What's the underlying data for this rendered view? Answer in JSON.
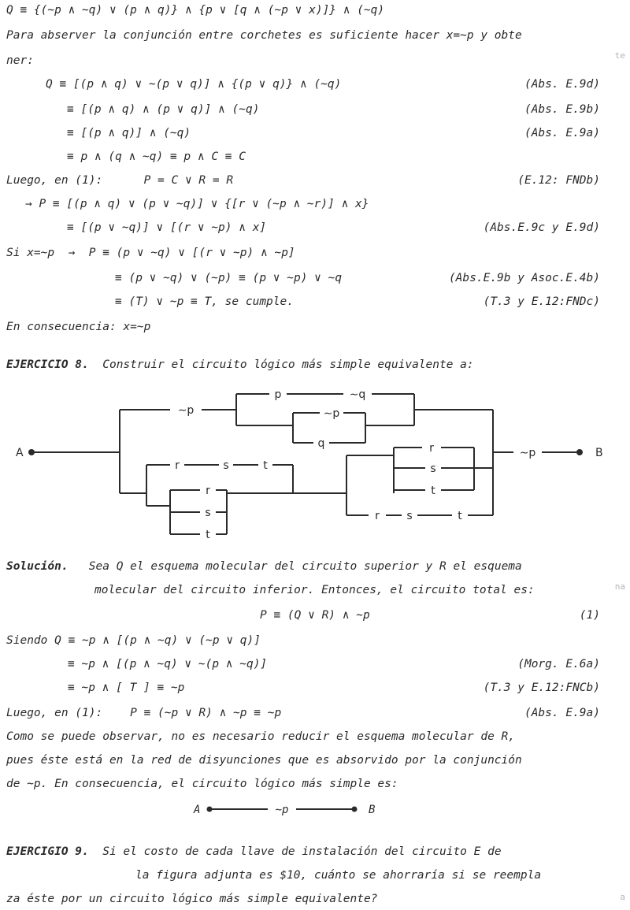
{
  "lines": {
    "l01": "Q ≡ {(∼p ∧ ∼q) ∨ (p ∧ q)} ∧ {p ∨ [q ∧ (∼p ∨ x)]} ∧ (∼q)",
    "l02": "Para abserver la conjunción entre corchetes es suficiente hacer x=∼p y obte",
    "l03": "ner:",
    "l04": "Q ≡ [(p ∧ q) ∨ ∼(p ∨ q)] ∧ {(p ∨ q)} ∧ (∼q)",
    "l05": "≡ [(p ∧ q) ∧ (p ∨ q)] ∧ (∼q)",
    "l06": "≡ [(p ∧ q)] ∧ (∼q)",
    "l07": "≡ p ∧ (q ∧ ∼q) ≡ p ∧ C ≡ C",
    "l08": "Luego, en (1):      P = C ∨ R = R",
    "l09": "→ P ≡ [(p ∧ q) ∨ (p ∨ ∼q)] ∨ {[r ∨ (∼p ∧ ∼r)] ∧ x}",
    "l10": "≡ [(p ∨ ∼q)] ∨ [(r ∨ ∼p) ∧ x]",
    "l11": "Si x=∼p  →  P ≡ (p ∨ ∼q) ∨ [(r ∨ ∼p) ∧ ∼p]",
    "l12": "≡ (p ∨ ∼q) ∨ (∼p) ≡ (p ∨ ∼p) ∨ ∼q",
    "l13": "≡ (T) ∨ ∼p ≡ T, se cumple.",
    "l14": "En consecuencia: x=∼p",
    "ex8_label": "EJERCICIO 8.",
    "ex8_text": "Construir el circuito lógico más simple equivalente a:",
    "sol_label": "Solución.",
    "sol_text1": "Sea Q el esquema molecular del circuito superior y R el esquema",
    "sol_text2": "molecular del circuito inferior. Entonces, el circuito total es:",
    "l15": "P ≡ (Q ∨ R) ∧ ∼p",
    "l16": "Siendo Q ≡ ∼p ∧ [(p ∧ ∼q) ∨ (∼p ∨ q)]",
    "l17": "≡ ∼p ∧ [(p ∧ ∼q) ∨ ∼(p ∧ ∼q)]",
    "l18": "≡ ∼p ∧ [ T ] ≡ ∼p",
    "l19": "Luego, en (1):    P ≡ (∼p ∨ R) ∧ ∼p ≡ ∼p",
    "l20": "Como se puede observar, no es necesario reducir el esquema molecular de R,",
    "l21": "pues éste está en la red de disyunciones que es absorvido por la conjunción",
    "l22": "de ∼p. En consecuencia, el circuito lógico más simple es:",
    "ex9_label": "EJERCIGIO 9.",
    "ex9_text1": "Si el costo de cada llave de instalación del circuito E de",
    "ex9_text2": "la figura adjunta es $10, cuánto se ahorraría si se reempla",
    "ex9_text3": "za éste por un circuito lógico más simple equivalente?"
  },
  "refs": {
    "r04": "(Abs. E.9d)",
    "r05": "(Abs. E.9b)",
    "r06": "(Abs. E.9a)",
    "r08": "(E.12: FNDb)",
    "r10": "(Abs.E.9c y E.9d)",
    "r12": "(Abs.E.9b y Asoc.E.4b)",
    "r13": "(T.3 y E.12:FNDc)",
    "r15": "(1)",
    "r17": "(Morg. E.6a)",
    "r18": "(T.3 y E.12:FNCb)",
    "r19": "(Abs. E.9a)"
  },
  "circuit": {
    "terminal_a": "A",
    "terminal_b": "B",
    "upper": {
      "series_switch": "∼p",
      "top_branch": [
        "p",
        "∼q"
      ],
      "inner_parallel": [
        "∼p",
        "q"
      ]
    },
    "lower": {
      "first_series": [
        "r",
        "s",
        "t"
      ],
      "first_parallel": [
        "r",
        "s",
        "t"
      ],
      "second_parallel": [
        "r",
        "s",
        "t"
      ],
      "second_series": [
        "r",
        "s",
        "t"
      ]
    },
    "final_switch": "∼p"
  },
  "answer": {
    "a": "A",
    "switch": "∼p",
    "b": "B"
  },
  "margin_marks": {
    "m1": "te",
    "m2": "na",
    "m3": "a"
  }
}
